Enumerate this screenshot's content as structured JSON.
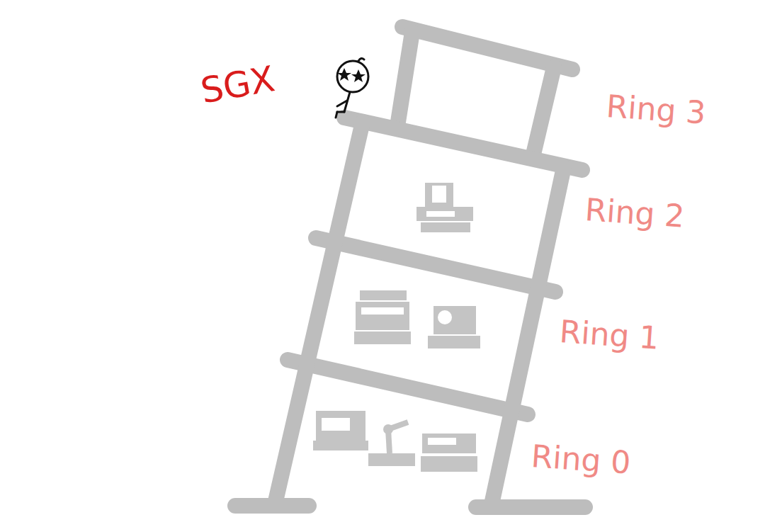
{
  "diagram": {
    "labels": [
      "SGX",
      "Ring 3",
      "Ring 2",
      "Ring 1",
      "Ring 0"
    ]
  }
}
